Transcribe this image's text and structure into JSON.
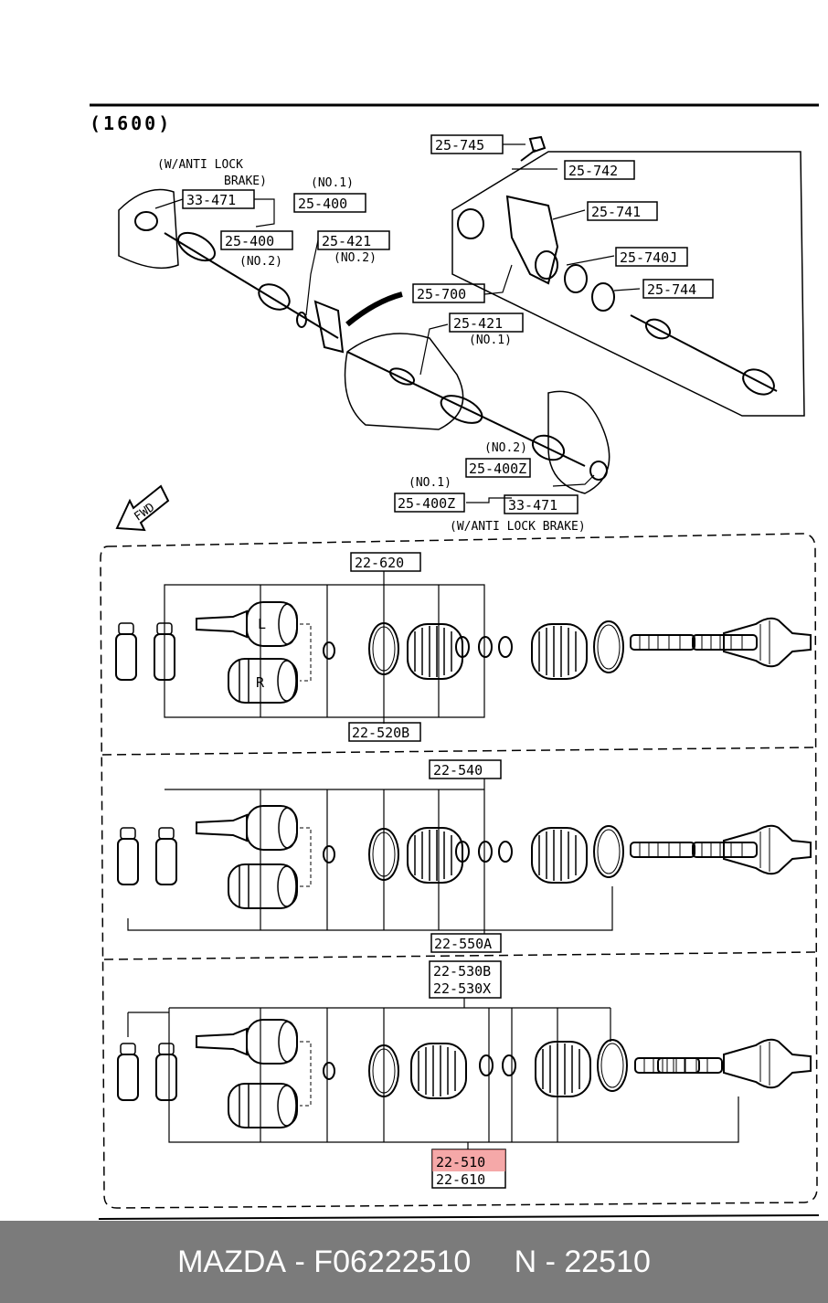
{
  "diagram": {
    "section": "(1600)",
    "notes": {
      "abs_top_line1": "(W/ANTI LOCK",
      "abs_top_line2": "BRAKE)",
      "abs_bottom": "(W/ANTI LOCK BRAKE)",
      "no1": "(NO.1)",
      "no2": "(NO.2)",
      "fwd": "FWD"
    },
    "parts": {
      "p25745": "25-745",
      "p25742": "25-742",
      "p25741": "25-741",
      "p25740J": "25-740J",
      "p25744": "25-744",
      "p25700": "25-700",
      "p33471": "33-471",
      "p25400": "25-400",
      "p25421": "25-421",
      "p25400Z": "25-400Z",
      "p22620": "22-620",
      "p22520B": "22-520B",
      "p22540": "22-540",
      "p22550A": "22-550A",
      "p22530B": "22-530B",
      "p22530X": "22-530X",
      "p22510": "22-510",
      "p22610": "22-610"
    },
    "highlight_color": "#f28b8b"
  },
  "footer": {
    "brand": "MAZDA",
    "sep": " - ",
    "part_number": "F06222510",
    "n_label": "N - 22510"
  }
}
